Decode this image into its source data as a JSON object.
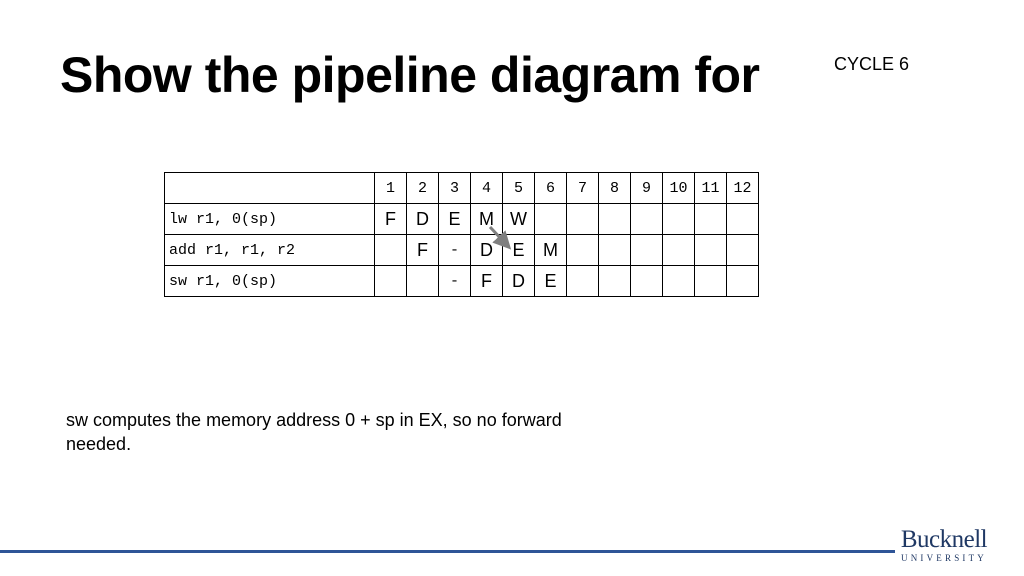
{
  "title": "Show the pipeline diagram for",
  "cycle_label": "CYCLE 6",
  "table": {
    "header": [
      "",
      "1",
      "2",
      "3",
      "4",
      "5",
      "6",
      "7",
      "8",
      "9",
      "10",
      "11",
      "12"
    ],
    "rows": [
      {
        "instruction": "lw r1, 0(sp)",
        "stages": [
          "F",
          "D",
          "E",
          "M",
          "W",
          "",
          "",
          "",
          "",
          "",
          "",
          ""
        ]
      },
      {
        "instruction": "add r1, r1, r2",
        "stages": [
          "",
          "F",
          "-",
          "D",
          "E",
          "M",
          "",
          "",
          "",
          "",
          "",
          ""
        ]
      },
      {
        "instruction": "sw r1, 0(sp)",
        "stages": [
          "",
          "",
          "-",
          "F",
          "D",
          "E",
          "",
          "",
          "",
          "",
          "",
          ""
        ]
      }
    ]
  },
  "note": "sw computes the memory address 0 + sp in EX, so no forward needed.",
  "logo": {
    "main": "Bucknell",
    "sub": "UNIVERSITY"
  },
  "colors": {
    "footer_line": "#2f5597",
    "logo": "#1f3864",
    "arrow": "#7f7f7f"
  }
}
